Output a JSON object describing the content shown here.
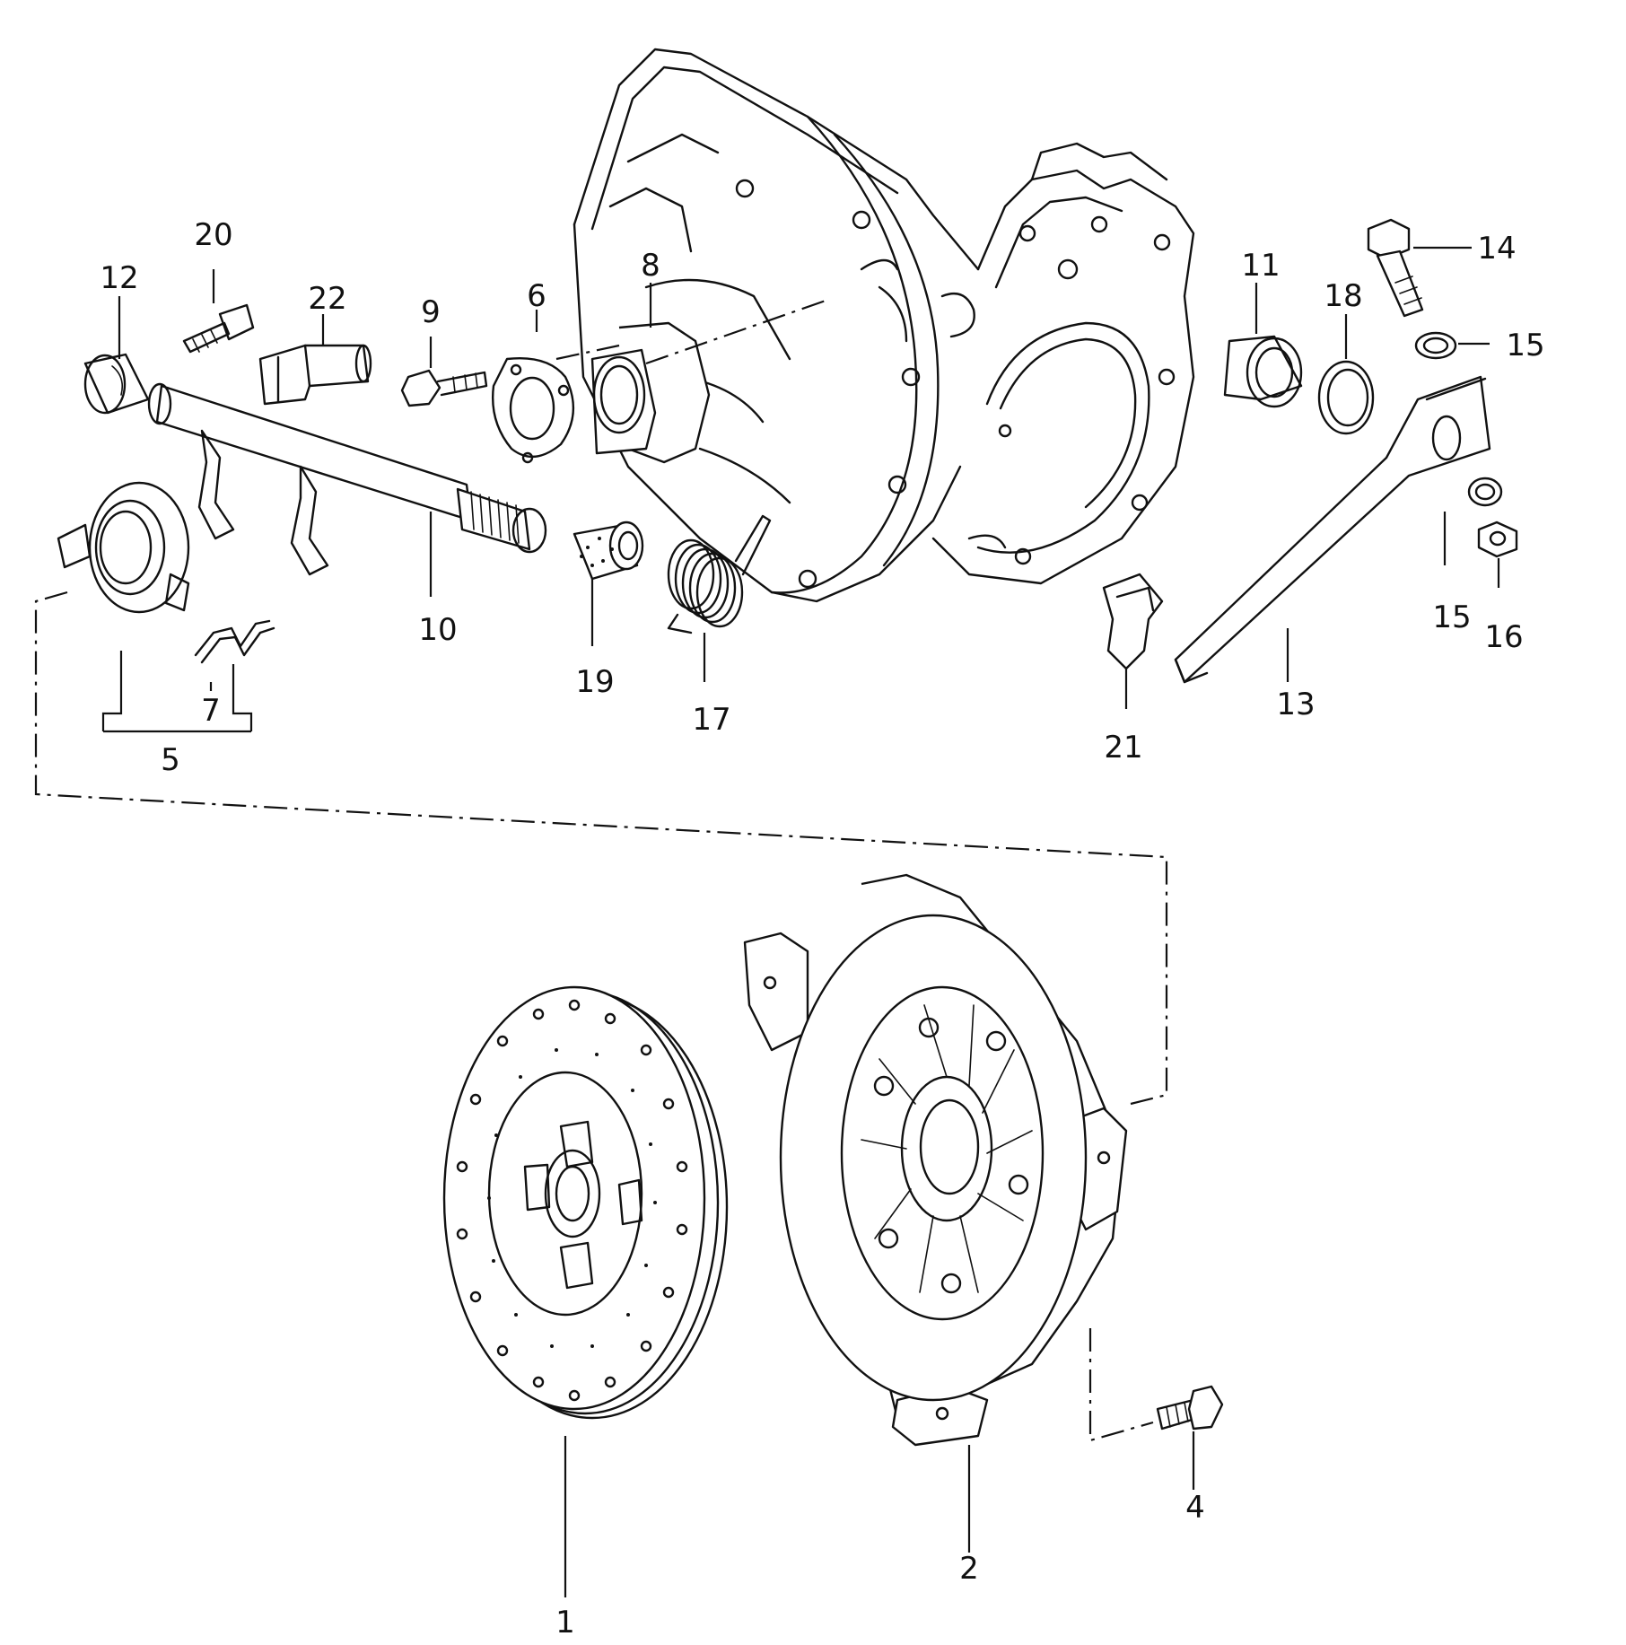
{
  "callouts": [
    {
      "id": "1",
      "label": "1"
    },
    {
      "id": "2",
      "label": "2"
    },
    {
      "id": "4",
      "label": "4"
    },
    {
      "id": "5",
      "label": "5"
    },
    {
      "id": "6",
      "label": "6"
    },
    {
      "id": "7",
      "label": "7"
    },
    {
      "id": "8",
      "label": "8"
    },
    {
      "id": "9",
      "label": "9"
    },
    {
      "id": "10",
      "label": "10"
    },
    {
      "id": "11",
      "label": "11"
    },
    {
      "id": "12",
      "label": "12"
    },
    {
      "id": "13",
      "label": "13"
    },
    {
      "id": "14",
      "label": "14"
    },
    {
      "id": "15a",
      "label": "15"
    },
    {
      "id": "15b",
      "label": "15"
    },
    {
      "id": "16",
      "label": "16"
    },
    {
      "id": "17",
      "label": "17"
    },
    {
      "id": "18",
      "label": "18"
    },
    {
      "id": "19",
      "label": "19"
    },
    {
      "id": "20",
      "label": "20"
    },
    {
      "id": "21",
      "label": "21"
    },
    {
      "id": "22",
      "label": "22"
    }
  ]
}
